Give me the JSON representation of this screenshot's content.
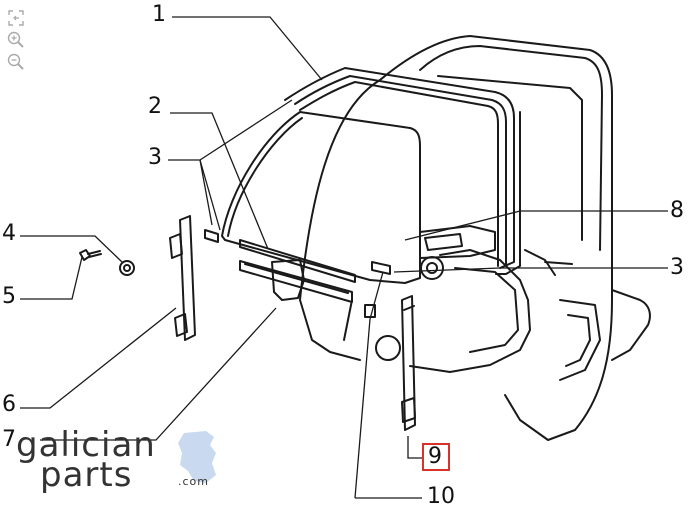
{
  "toolbar": {
    "fullscreen_icon": "fullscreen-icon",
    "zoom_in_icon": "zoom-in-icon",
    "zoom_out_icon": "zoom-out-icon"
  },
  "callouts": {
    "c1": "1",
    "c2": "2",
    "c3_left": "3",
    "c3_right": "3",
    "c4": "4",
    "c5": "5",
    "c6": "6",
    "c7": "7",
    "c8": "8",
    "c9": "9",
    "c10": "10"
  },
  "highlight": {
    "label": "9",
    "color": "#d9322b"
  },
  "logo": {
    "line1": "galician",
    "line2": "parts",
    "suffix": ".com",
    "accent": "#c9daf0"
  }
}
